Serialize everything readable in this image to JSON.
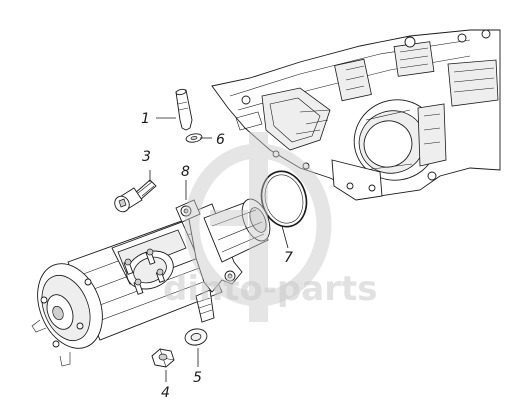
{
  "diagram": {
    "watermark_text": "dinto-parts",
    "callouts": [
      {
        "id": "1",
        "label": "1"
      },
      {
        "id": "2",
        "label": "3"
      },
      {
        "id": "3",
        "label": "4"
      },
      {
        "id": "4",
        "label": "5"
      },
      {
        "id": "5",
        "label": "6"
      },
      {
        "id": "6",
        "label": "7"
      },
      {
        "id": "7",
        "label": "8"
      }
    ]
  }
}
